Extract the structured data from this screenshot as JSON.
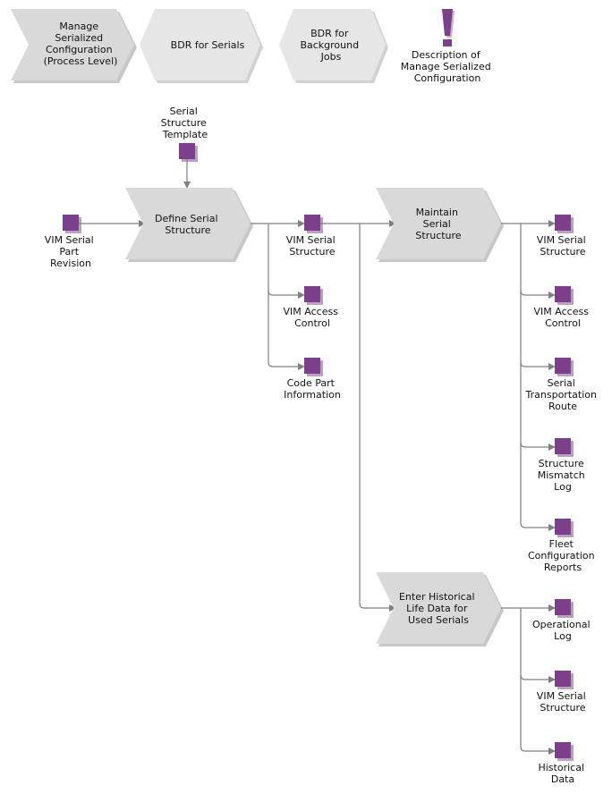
{
  "header": {
    "process_level": "Manage Serialized Configuration (Process Level)",
    "bdr_serials": "BDR for Serials",
    "bdr_background": "BDR for Background Jobs",
    "description": "Description of Manage Serialized Configuration"
  },
  "inputs": {
    "template": "Serial Structure Template",
    "part_revision": "VIM Serial Part Revision"
  },
  "processes": {
    "define": "Define Serial Structure",
    "maintain": "Maintain Serial Structure",
    "historical": "Enter Historical Life Data for Used Serials"
  },
  "define_outputs": [
    "VIM Serial Structure",
    "VIM Access Control",
    "Code Part Information"
  ],
  "maintain_outputs": [
    "VIM Serial Structure",
    "VIM Access Control",
    "Serial Transportation Route",
    "Structure Mismatch Log",
    "Fleet Configuration Reports"
  ],
  "historical_outputs": [
    "Operational Log",
    "VIM Serial Structure",
    "Historical Data"
  ],
  "colors": {
    "object": "#7b3f8c",
    "process": "#d9d9d9",
    "connector": "#808080"
  }
}
